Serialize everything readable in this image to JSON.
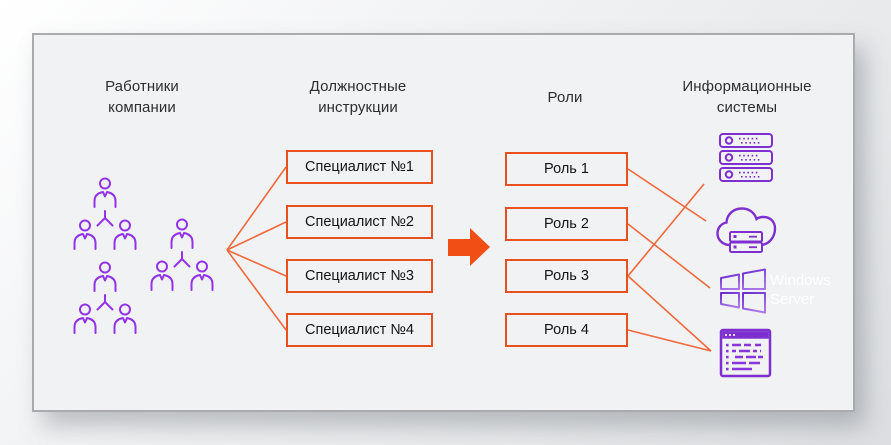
{
  "columns": {
    "employees": {
      "title": "Работники компании"
    },
    "job_descriptions": {
      "title": "Должностные инструкции"
    },
    "roles": {
      "title": "Роли"
    },
    "systems": {
      "title": "Информационные системы"
    }
  },
  "specialists": [
    "Специалист №1",
    "Специалист №2",
    "Специалист №3",
    "Специалист №4"
  ],
  "roles": [
    "Роль 1",
    "Роль 2",
    "Роль 3",
    "Роль 4"
  ],
  "systems": {
    "windows_label": "Windows Server",
    "icons": [
      "server-rack",
      "cloud-hosting",
      "windows-server",
      "code-window"
    ]
  },
  "people_groups_count": 3,
  "connections": {
    "employees_to_job_descriptions": [
      {
        "from": "Работники компании",
        "to": "Специалист №1"
      },
      {
        "from": "Работники компании",
        "to": "Специалист №2"
      },
      {
        "from": "Работники компании",
        "to": "Специалист №3"
      },
      {
        "from": "Работники компании",
        "to": "Специалист №4"
      }
    ],
    "job_descriptions_to_roles": "arrow",
    "roles_to_systems": [
      {
        "from": "Роль 1",
        "to": "cloud-hosting"
      },
      {
        "from": "Роль 2",
        "to": "windows-server"
      },
      {
        "from": "Роль 3",
        "to": "server-rack"
      },
      {
        "from": "Роль 3",
        "to": "code-window"
      },
      {
        "from": "Роль 4",
        "to": "code-window"
      }
    ]
  },
  "colors": {
    "box_border_orange": "#e8501f",
    "arrow_orange": "#f04e14",
    "connector_orange": "#f0693c",
    "people_purple": "#9333e8",
    "system_icon_purple": "#7e2fd0",
    "panel_bg": "#f1f2f4",
    "panel_border": "#a9abae",
    "header_text": "#2e2e2e",
    "windows_text": "#ffffff"
  }
}
